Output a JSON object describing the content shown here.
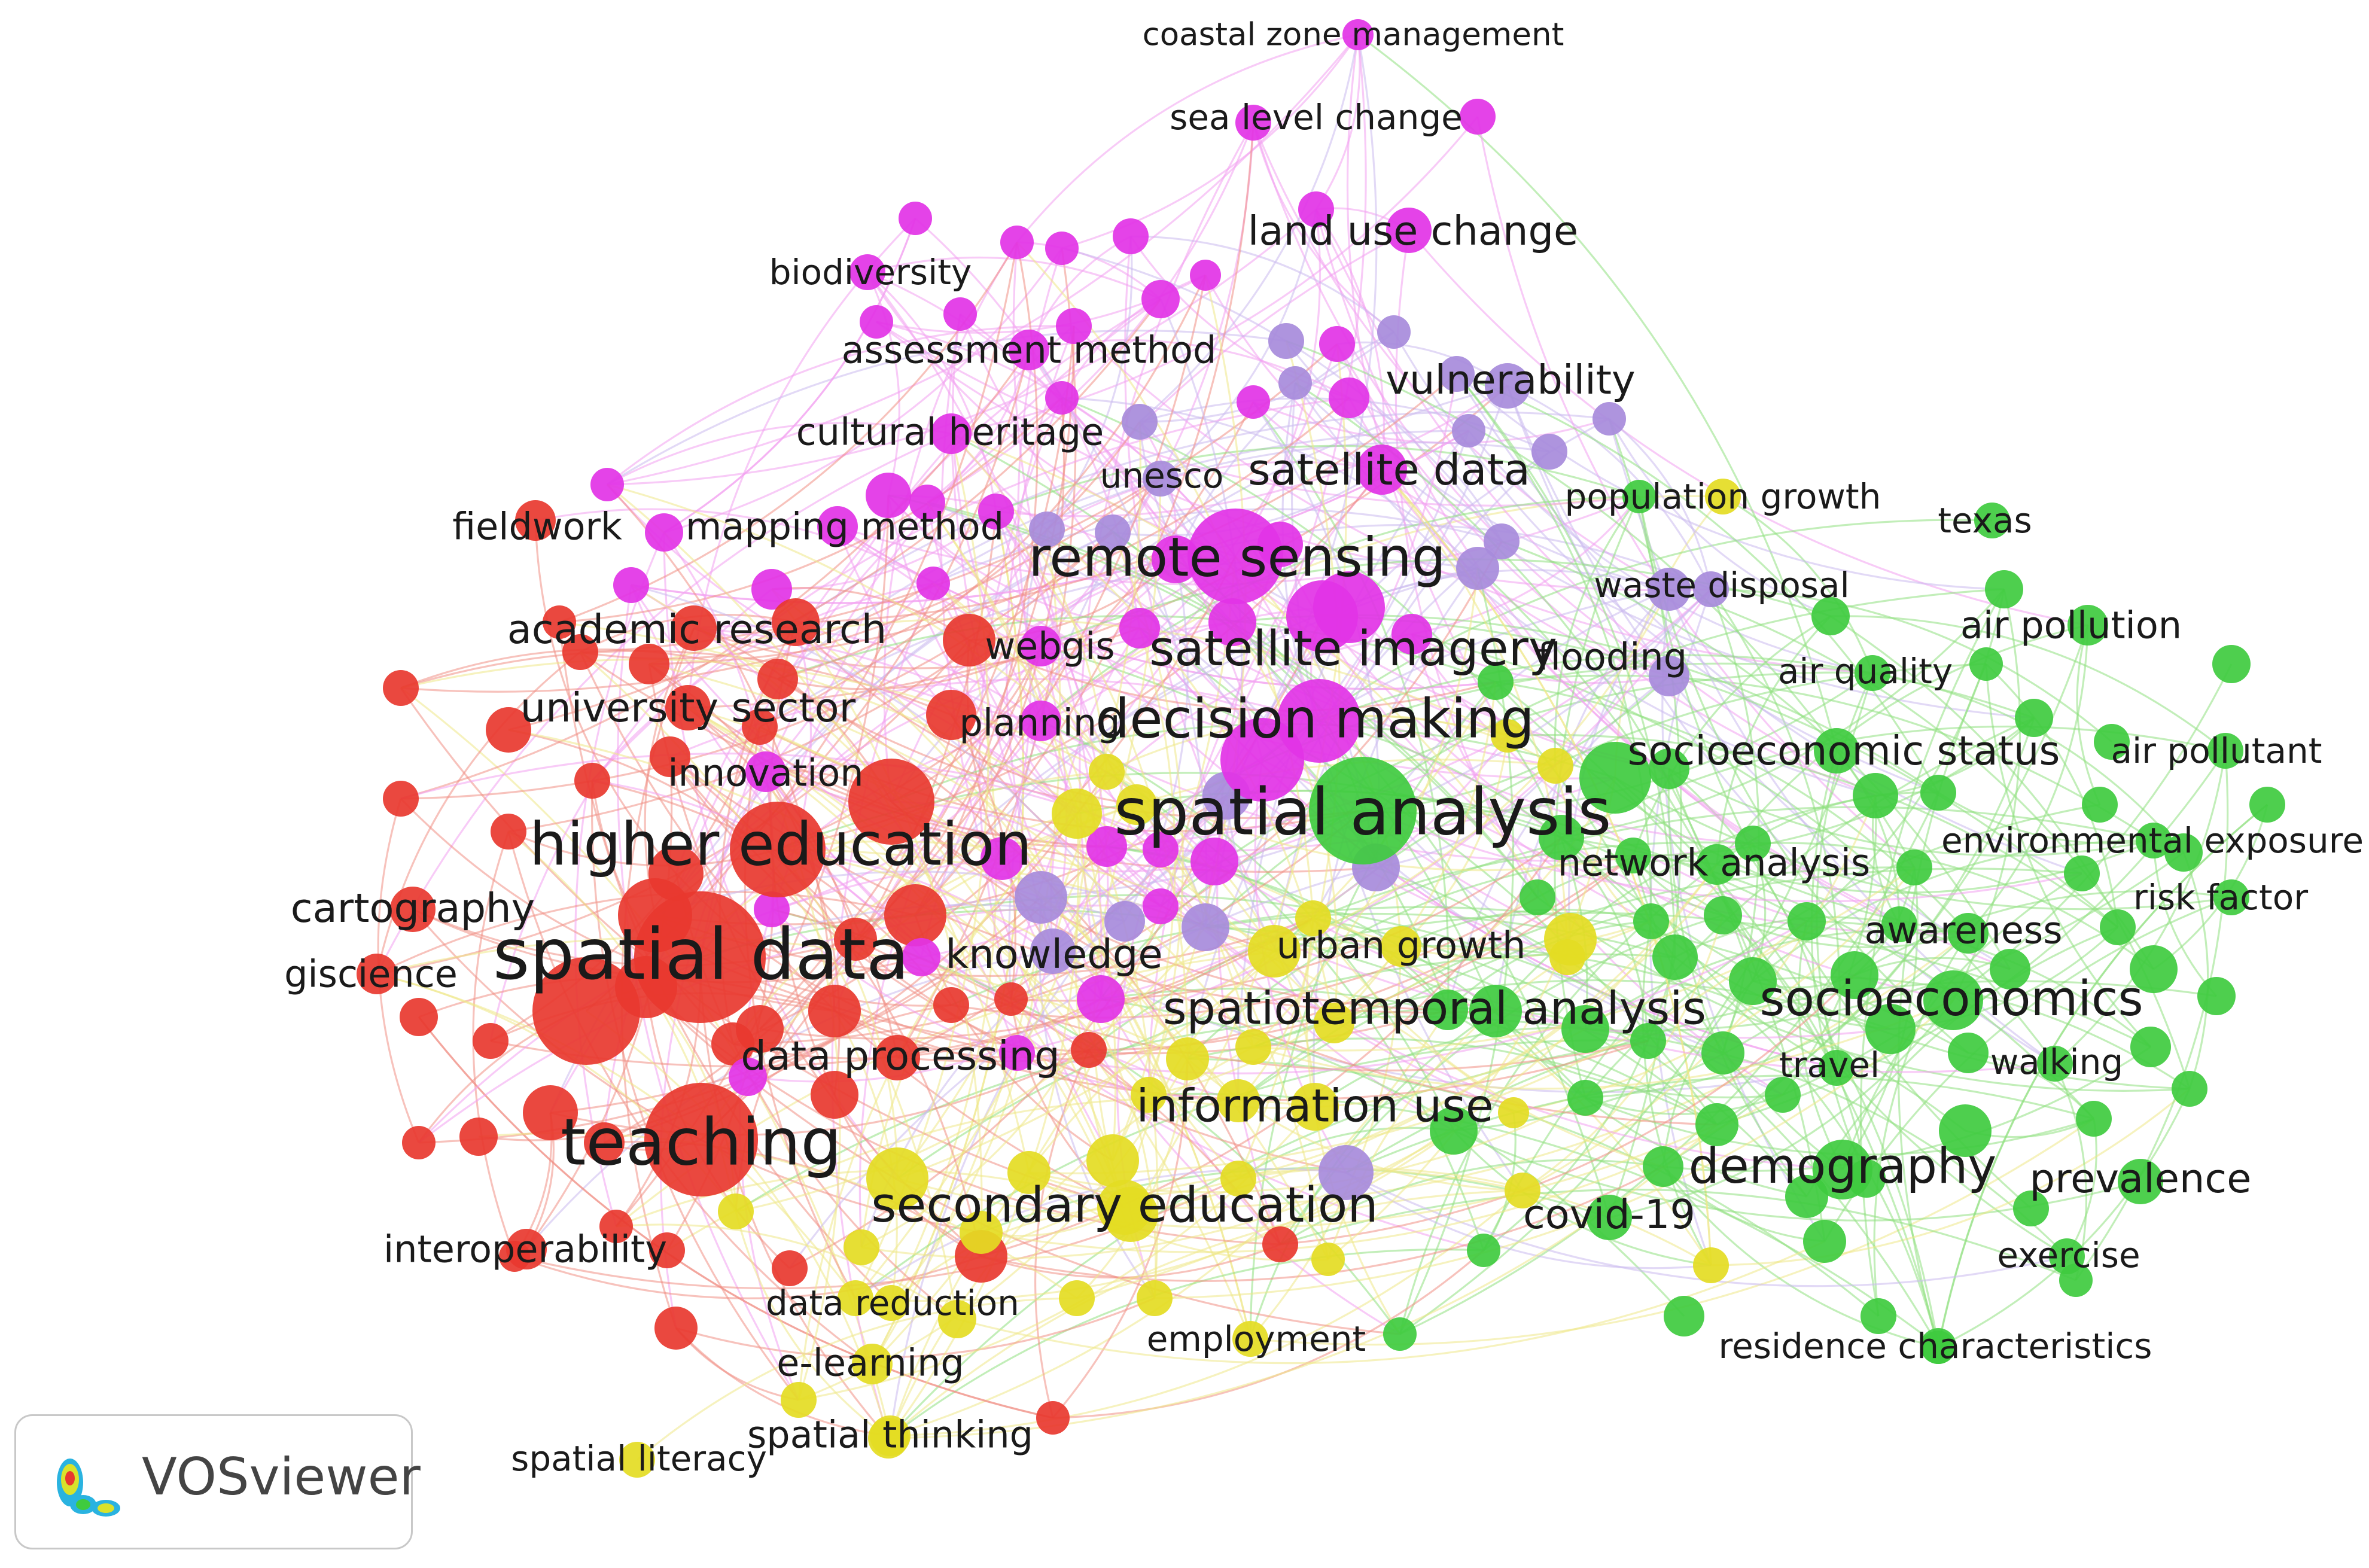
{
  "app": {
    "name": "VOSviewer"
  },
  "colors": {
    "cluster-red": "#e8382f",
    "cluster-green": "#3fcb3f",
    "cluster-magenta": "#e233e6",
    "cluster-yellow": "#e4dc23",
    "cluster-purple": "#a78bdb"
  },
  "nodes": [
    {
      "label": "coastal zone management",
      "cluster": "magenta",
      "w": 2
    },
    {
      "label": "sea level change",
      "cluster": "magenta",
      "w": 3
    },
    {
      "label": "land use change",
      "cluster": "magenta",
      "w": 5
    },
    {
      "label": "biodiversity",
      "cluster": "magenta",
      "w": 3
    },
    {
      "label": "assessment method",
      "cluster": "magenta",
      "w": 4
    },
    {
      "label": "vulnerability",
      "cluster": "purple",
      "w": 5
    },
    {
      "label": "cultural heritage",
      "cluster": "magenta",
      "w": 4
    },
    {
      "label": "satellite data",
      "cluster": "magenta",
      "w": 6
    },
    {
      "label": "unesco",
      "cluster": "purple",
      "w": 3
    },
    {
      "label": "population growth",
      "cluster": "yellow",
      "w": 3
    },
    {
      "label": "fieldwork",
      "cluster": "red",
      "w": 4
    },
    {
      "label": "mapping method",
      "cluster": "magenta",
      "w": 4
    },
    {
      "label": "remote sensing",
      "cluster": "magenta",
      "w": 10
    },
    {
      "label": "texas",
      "cluster": "green",
      "w": 3
    },
    {
      "label": "waste disposal",
      "cluster": "purple",
      "w": 3
    },
    {
      "label": "academic research",
      "cluster": "red",
      "w": 5
    },
    {
      "label": "webgis",
      "cluster": "magenta",
      "w": 4
    },
    {
      "label": "satellite imagery",
      "cluster": "magenta",
      "w": 8
    },
    {
      "label": "air pollution",
      "cluster": "green",
      "w": 4
    },
    {
      "label": "flooding",
      "cluster": "purple",
      "w": 4
    },
    {
      "label": "air quality",
      "cluster": "green",
      "w": 3
    },
    {
      "label": "university sector",
      "cluster": "red",
      "w": 5
    },
    {
      "label": "planning",
      "cluster": "magenta",
      "w": 4
    },
    {
      "label": "decision making",
      "cluster": "magenta",
      "w": 10
    },
    {
      "label": "socioeconomic status",
      "cluster": "green",
      "w": 5
    },
    {
      "label": "air pollutant",
      "cluster": "green",
      "w": 3
    },
    {
      "label": "innovation",
      "cluster": "magenta",
      "w": 4
    },
    {
      "label": "spatial analysis",
      "cluster": "green",
      "w": 14
    },
    {
      "label": "higher education",
      "cluster": "red",
      "w": 12
    },
    {
      "label": "environmental exposure",
      "cluster": "green",
      "w": 3
    },
    {
      "label": "network analysis",
      "cluster": "green",
      "w": 4
    },
    {
      "label": "cartography",
      "cluster": "red",
      "w": 5
    },
    {
      "label": "risk factor",
      "cluster": "green",
      "w": 3
    },
    {
      "label": "awareness",
      "cluster": "green",
      "w": 4
    },
    {
      "label": "urban growth",
      "cluster": "yellow",
      "w": 4
    },
    {
      "label": "spatial data",
      "cluster": "red",
      "w": 16
    },
    {
      "label": "knowledge",
      "cluster": "purple",
      "w": 5
    },
    {
      "label": "giscience",
      "cluster": "red",
      "w": 4
    },
    {
      "label": "spatiotemporal analysis",
      "cluster": "green",
      "w": 7
    },
    {
      "label": "socioeconomics",
      "cluster": "green",
      "w": 8
    },
    {
      "label": "data processing",
      "cluster": "red",
      "w": 5
    },
    {
      "label": "travel",
      "cluster": "green",
      "w": 3
    },
    {
      "label": "walking",
      "cluster": "green",
      "w": 3
    },
    {
      "label": "information use",
      "cluster": "yellow",
      "w": 7
    },
    {
      "label": "teaching",
      "cluster": "red",
      "w": 14
    },
    {
      "label": "demography",
      "cluster": "green",
      "w": 8
    },
    {
      "label": "prevalence",
      "cluster": "green",
      "w": 5
    },
    {
      "label": "secondary education",
      "cluster": "yellow",
      "w": 8
    },
    {
      "label": "covid-19",
      "cluster": "green",
      "w": 5
    },
    {
      "label": "interoperability",
      "cluster": "red",
      "w": 4
    },
    {
      "label": "exercise",
      "cluster": "green",
      "w": 3
    },
    {
      "label": "data reduction",
      "cluster": "yellow",
      "w": 3
    },
    {
      "label": "employment",
      "cluster": "yellow",
      "w": 3
    },
    {
      "label": "residence characteristics",
      "cluster": "green",
      "w": 3
    },
    {
      "label": "e-learning",
      "cluster": "yellow",
      "w": 4
    },
    {
      "label": "spatial thinking",
      "cluster": "yellow",
      "w": 4
    },
    {
      "label": "spatial literacy",
      "cluster": "yellow",
      "w": 3
    }
  ]
}
